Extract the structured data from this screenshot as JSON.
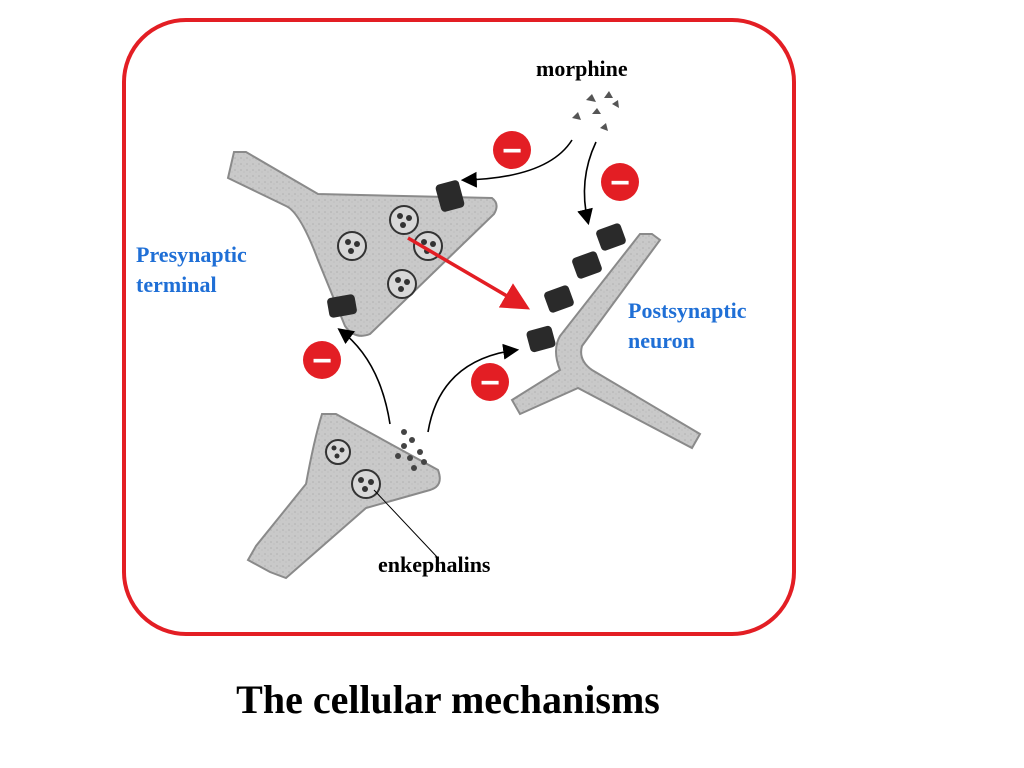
{
  "diagram": {
    "labels": {
      "morphine": "morphine",
      "presynaptic_line1": "Presynaptic",
      "presynaptic_line2": "terminal",
      "postsynaptic_line1": "Postsynaptic",
      "postsynaptic_line2": "neuron",
      "enkephalins": "enkephalins"
    },
    "inhibition_symbol": "−"
  },
  "title": "The cellular mechanisms",
  "colors": {
    "frame": "#e31e24",
    "inhibition_badge": "#e31e24",
    "blue_labels": "#1f6fd6",
    "neuron_fill": "#c9c9c9",
    "neuron_outline": "#8a8a8a",
    "receptor": "#2a2a2a"
  }
}
